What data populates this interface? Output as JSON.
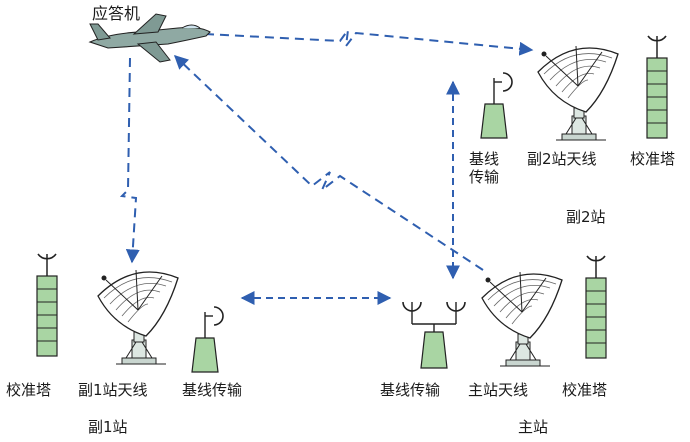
{
  "labels": {
    "aircraft": "应答机",
    "baseline_top": "基线传输",
    "sub2_antenna": "副2站天线",
    "sub2_tower": "校准塔",
    "sub2_station": "副2站",
    "sub1_tower": "校准塔",
    "sub1_antenna": "副1站天线",
    "sub1_baseline": "基线传输",
    "sub1_station": "副1站",
    "main_baseline": "基线传输",
    "main_antenna": "主站天线",
    "main_tower": "校准塔",
    "main_station": "主站"
  },
  "colors": {
    "link": "#2f5fb0",
    "equipment_fill": "#a9d5a3",
    "outline": "#222222",
    "aircraft_body": "#8fa9a3"
  }
}
